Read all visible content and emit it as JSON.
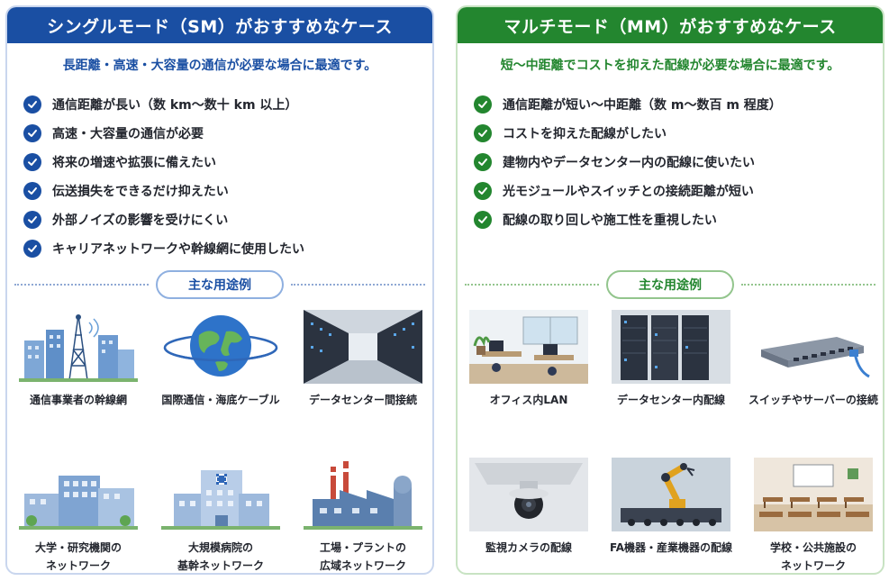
{
  "sm": {
    "title": "シングルモード（SM）がおすすめなケース",
    "subtitle": "長距離・高速・大容量の通信が必要な場合に最適です。",
    "items": [
      "通信距離が長い（数 km〜数十 km 以上）",
      "高速・大容量の通信が必要",
      "将来の増速や拡張に備えたい",
      "伝送損失をできるだけ抑えたい",
      "外部ノイズの影響を受けにくい",
      "キャリアネットワークや幹線網に使用したい"
    ],
    "uses_label": "主な用途例",
    "uses": [
      {
        "label": "通信事業者の幹線網",
        "icon": "telecom-tower-icon"
      },
      {
        "label": "国際通信・海底ケーブル",
        "icon": "globe-icon"
      },
      {
        "label": "データセンター間接続",
        "icon": "datacenter-corridor-icon"
      },
      {
        "label": "大学・研究機関の\nネットワーク",
        "icon": "campus-icon"
      },
      {
        "label": "大規模病院の\n基幹ネットワーク",
        "icon": "hospital-icon"
      },
      {
        "label": "工場・プラントの\n広域ネットワーク",
        "icon": "factory-icon"
      }
    ],
    "color": "#1a4fa3"
  },
  "mm": {
    "title": "マルチモード（MM）がおすすめなケース",
    "subtitle": "短〜中距離でコストを抑えた配線が必要な場合に最適です。",
    "items": [
      "通信距離が短い〜中距離（数 m〜数百 m 程度）",
      "コストを抑えた配線がしたい",
      "建物内やデータセンター内の配線に使いたい",
      "光モジュールやスイッチとの接続距離が短い",
      "配線の取り回しや施工性を重視したい"
    ],
    "uses_label": "主な用途例",
    "uses": [
      {
        "label": "オフィス内LAN",
        "icon": "office-icon"
      },
      {
        "label": "データセンター内配線",
        "icon": "server-rack-icon"
      },
      {
        "label": "スイッチやサーバーの接続",
        "icon": "network-switch-icon"
      },
      {
        "label": "監視カメラの配線",
        "icon": "security-camera-icon"
      },
      {
        "label": "FA機器・産業機器の配線",
        "icon": "robot-arm-icon"
      },
      {
        "label": "学校・公共施設の\nネットワーク",
        "icon": "classroom-icon"
      }
    ],
    "color": "#23862f"
  }
}
